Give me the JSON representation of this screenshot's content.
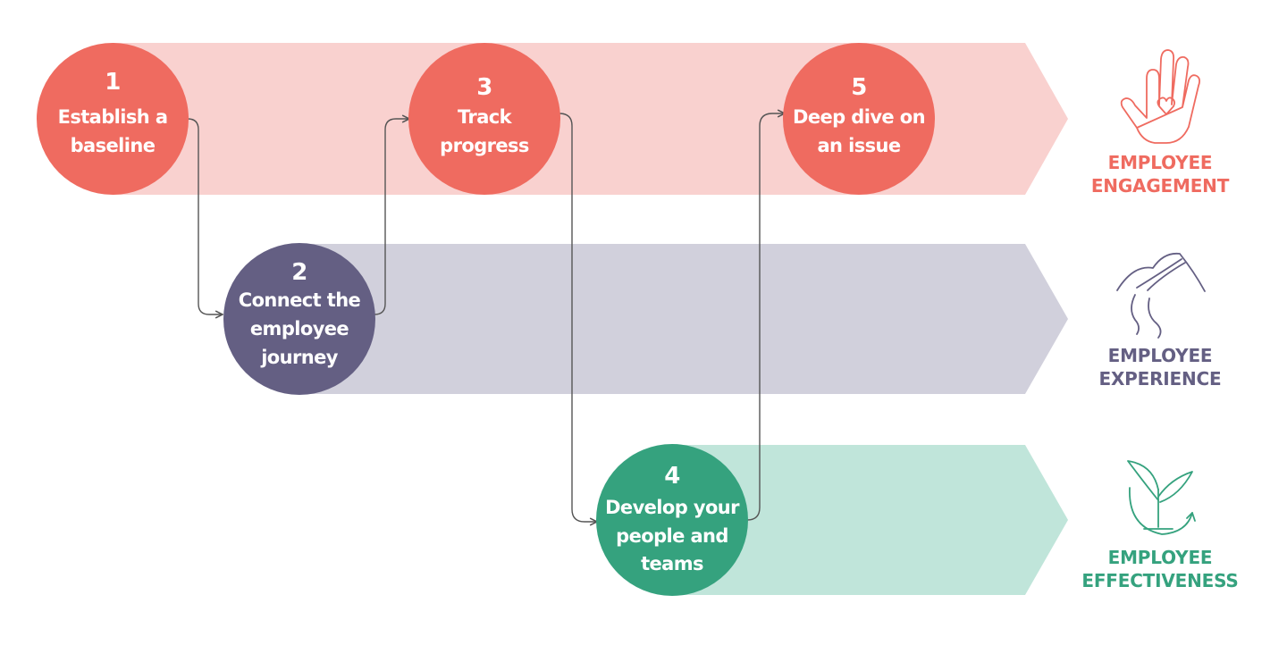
{
  "colors": {
    "engagement": "#ef6b60",
    "engagement_band": "#f9d1cf",
    "experience": "#645f83",
    "experience_band": "#d1d0dc",
    "effectiveness": "#35a27e",
    "effectiveness_band": "#c0e5da",
    "connector": "#555555",
    "text_on_circle": "#ffffff"
  },
  "bands": [
    {
      "id": "engagement",
      "label_lines": [
        "EMPLOYEE",
        "ENGAGEMENT"
      ],
      "icon": "hand-heart-icon"
    },
    {
      "id": "experience",
      "label_lines": [
        "EMPLOYEE",
        "EXPERIENCE"
      ],
      "icon": "mountain-road-icon"
    },
    {
      "id": "effectiveness",
      "label_lines": [
        "EMPLOYEE",
        "EFFECTIVENESS"
      ],
      "icon": "sprout-cycle-icon"
    }
  ],
  "steps": [
    {
      "number": "1",
      "label_lines": [
        "Establish a",
        "baseline"
      ],
      "band": "engagement"
    },
    {
      "number": "2",
      "label_lines": [
        "Connect the",
        "employee",
        "journey"
      ],
      "band": "experience"
    },
    {
      "number": "3",
      "label_lines": [
        "Track",
        "progress"
      ],
      "band": "engagement"
    },
    {
      "number": "4",
      "label_lines": [
        "Develop your",
        "people and",
        "teams"
      ],
      "band": "effectiveness"
    },
    {
      "number": "5",
      "label_lines": [
        "Deep dive on",
        "an issue"
      ],
      "band": "engagement"
    }
  ]
}
